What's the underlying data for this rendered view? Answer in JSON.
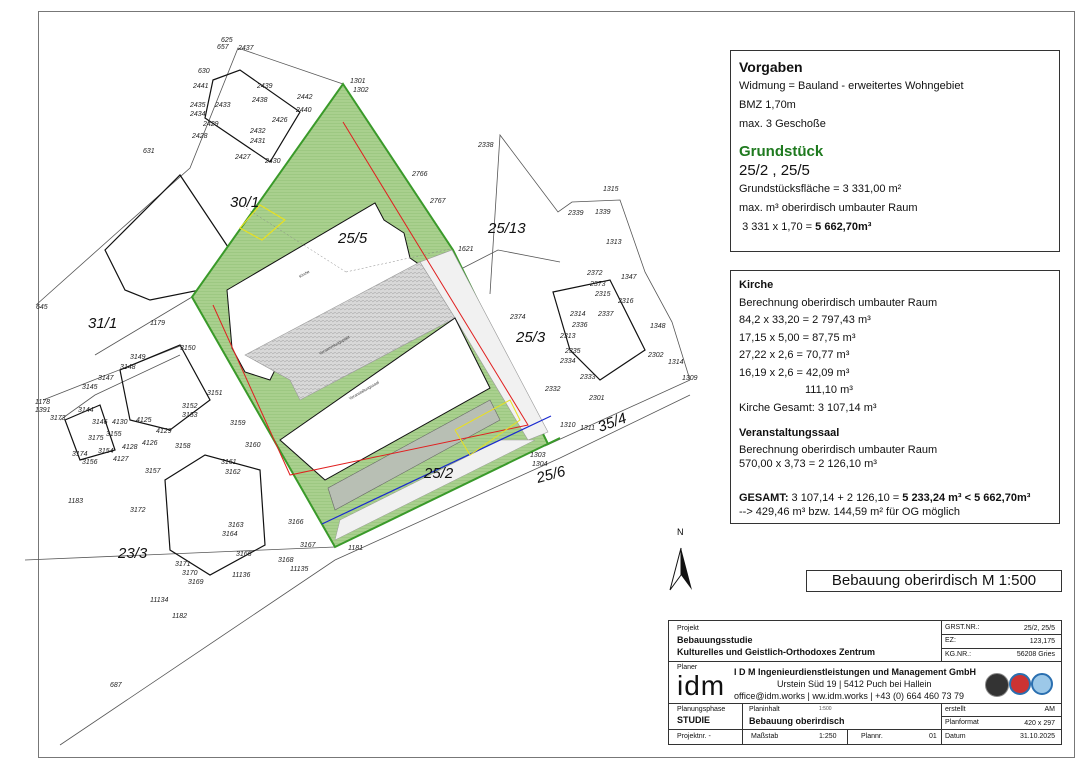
{
  "plan": {
    "parcels_large": [
      "30/1",
      "25/5",
      "25/13",
      "31/1",
      "25/3",
      "25/2",
      "23/3",
      "25/6",
      "35/4"
    ],
    "parcels_small": [
      "625",
      "657",
      "2437",
      "630",
      "2441",
      "2439",
      "2438",
      "2442",
      "2435",
      "2433",
      "2434",
      "2440",
      "2426",
      "2429",
      "2428",
      "2432",
      "2431",
      "2427",
      "2430",
      "631",
      "1301",
      "1302",
      "2766",
      "2767",
      "2338",
      "2339",
      "1315",
      "1339",
      "1313",
      "1347",
      "1621",
      "1348",
      "1314",
      "1309",
      "2372",
      "2373",
      "2374",
      "2315",
      "2316",
      "2314",
      "2336",
      "2313",
      "2337",
      "2335",
      "2334",
      "2302",
      "2333",
      "2332",
      "2301",
      "645",
      "1179",
      "3150",
      "3149",
      "3148",
      "3147",
      "3145",
      "3151",
      "1178",
      "1391",
      "3144",
      "3173",
      "3146",
      "4130",
      "4125",
      "3152",
      "3153",
      "4129",
      "3159",
      "3155",
      "3175",
      "4126",
      "3154",
      "4128",
      "4127",
      "3158",
      "3160",
      "3174",
      "3156",
      "3161",
      "3162",
      "3157",
      "1183",
      "3172",
      "3163",
      "3164",
      "3166",
      "3167",
      "3165",
      "3168",
      "1181",
      "3171",
      "3170",
      "11136",
      "11135",
      "3169",
      "11134",
      "1182",
      "1303",
      "1304",
      "1310",
      "1311",
      "687"
    ],
    "building_labels": [
      "Kirche",
      "Versammlungsplatz",
      "Veranstaltungssaal"
    ],
    "north_label": "N",
    "colors": {
      "site": "#9ccc7a",
      "site_border": "#3a9a2a",
      "setback": "#e02020",
      "easement": "#1a2ad0",
      "highlight": "#e8e020",
      "paving": "#c8c8c8"
    }
  },
  "vorgaben": {
    "title": "Vorgaben",
    "lines": [
      "Widmung = Bauland - erweitertes Wohngebiet",
      "BMZ 1,70m",
      "max. 3 Geschoße"
    ],
    "grundstueck_title": "Grundstück",
    "parcels": "25/2 , 25/5",
    "flaeche": "Grundstücksfläche = 3 331,00 m²",
    "max_label": "max. m³ oberirdisch umbauter Raum",
    "calc_prefix": "3 331 x 1,70 = ",
    "calc_result": "5 662,70m³"
  },
  "kirche": {
    "title": "Kirche",
    "subtitle": "Berechnung oberirdisch umbauter Raum",
    "lines": [
      "84,2 x 33,20 = 2 797,43 m³",
      "17,15 x 5,00 = 87,75 m³",
      "27,22 x 2,6 = 70,77 m³",
      "16,19 x 2,6 = 42,09 m³"
    ],
    "subtotal": "111,10 m³",
    "total": "Kirche Gesamt: 3 107,14 m³",
    "saal_title": "Veranstaltungssaal",
    "saal_subtitle": "Berechnung oberirdisch umbauter Raum",
    "saal_line": "570,00 x 3,73 = 2 126,10 m³",
    "gesamt_label": "GESAMT:",
    "gesamt_calc": " 3 107,14 + 2 126,10 = ",
    "gesamt_result": "5 233,24 m³ < 5 662,70m³",
    "remark": "--> 429,46 m³ bzw. 144,59 m² für OG möglich"
  },
  "scale_title": "Bebauung oberirdisch M 1:500",
  "titleblock": {
    "projekt_label": "Projekt",
    "projekt_1": "Bebauungsstudie",
    "projekt_2": "Kulturelles und Geistlich-Orthodoxes Zentrum",
    "grst_label": "GRST.NR.:",
    "grst": "25/2, 25/5",
    "ez_label": "EZ:",
    "ez": "123,175",
    "kg_label": "KG.NR.:",
    "kg": "56208 Gries",
    "planer_label": "Planer",
    "logo": "idm",
    "company": "I D M Ingenieurdienstleistungen und Management GmbH",
    "address": "Urstein Süd 19 | 5412 Puch bei Hallein",
    "contact": "office@idm.works | ww.idm.works | +43 (0) 664 460 73 79",
    "phase_label": "Planungsphase",
    "phase": "STUDIE",
    "inhalt_label": "Planinhalt",
    "inhalt": "Bebauung oberirdisch",
    "overlay_scale": "1:500",
    "erstellt_label": "erstellt",
    "erstellt": "AM",
    "format_label": "Planformat",
    "format": "420 x 297",
    "projektnr_label": "Projektnr.  -",
    "massstab_label": "Maßstab",
    "massstab": "1:250",
    "plannr_label": "Plannr.",
    "plannr": "01",
    "datum_label": "Datum",
    "datum": "31.10.2025"
  }
}
